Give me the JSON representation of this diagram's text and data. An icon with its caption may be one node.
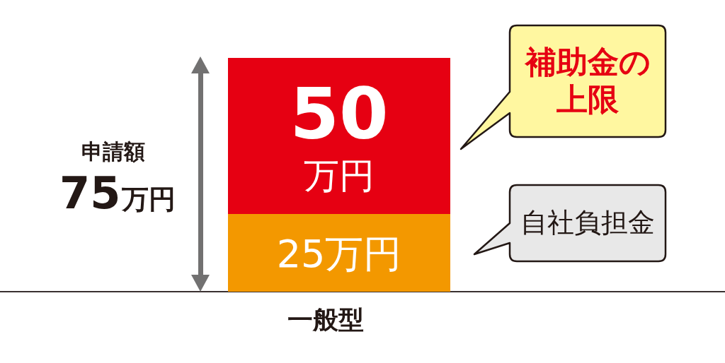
{
  "diagram": {
    "nodes": [
      {
        "text": [
          "50",
          "万円"
        ]
      },
      {
        "text": [
          "25万円"
        ]
      },
      {
        "text": [
          "補助金の上限"
        ]
      },
      {
        "text": [
          "自社負担金"
        ]
      }
    ],
    "labels": [
      "申請額",
      "75",
      "万円",
      "一般型"
    ]
  }
}
